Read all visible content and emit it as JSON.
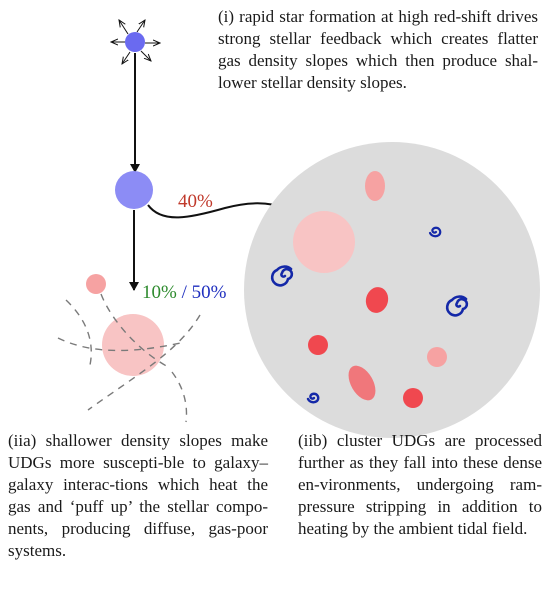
{
  "captions": {
    "i": "(i) rapid star formation at high red-shift drives strong stellar feedback which creates flatter gas density slopes which then produce shal-lower stellar density slopes.",
    "iia": "(iia) shallower density slopes make UDGs more suscepti-ble to galaxy–galaxy interac-tions which heat the gas and ‘puff up’ the stellar compo-nents, producing diffuse, gas-poor systems.",
    "iib": "(iib) cluster UDGs are processed further as they fall into these dense en-vironments, undergoing ram-pressure stripping in addition to heating by the ambient tidal field."
  },
  "labels": {
    "pct_cluster": "40%",
    "pct_field_a": "10%",
    "pct_sep": " / ",
    "pct_field_b": "50%"
  },
  "colors": {
    "pct_cluster": "#c0392b",
    "pct_field_a": "#2e8b2e",
    "pct_field_b": "#1f2fbf",
    "cluster_fill": "#dcdcdc",
    "udg_fill": "#f8c4c4",
    "dense_red": "#f0484f",
    "spiral": "#1428a8",
    "node_blue": "#8c8cf5"
  },
  "icons": [
    "outflow-arrows-icon",
    "spiral-galaxy-icon"
  ]
}
